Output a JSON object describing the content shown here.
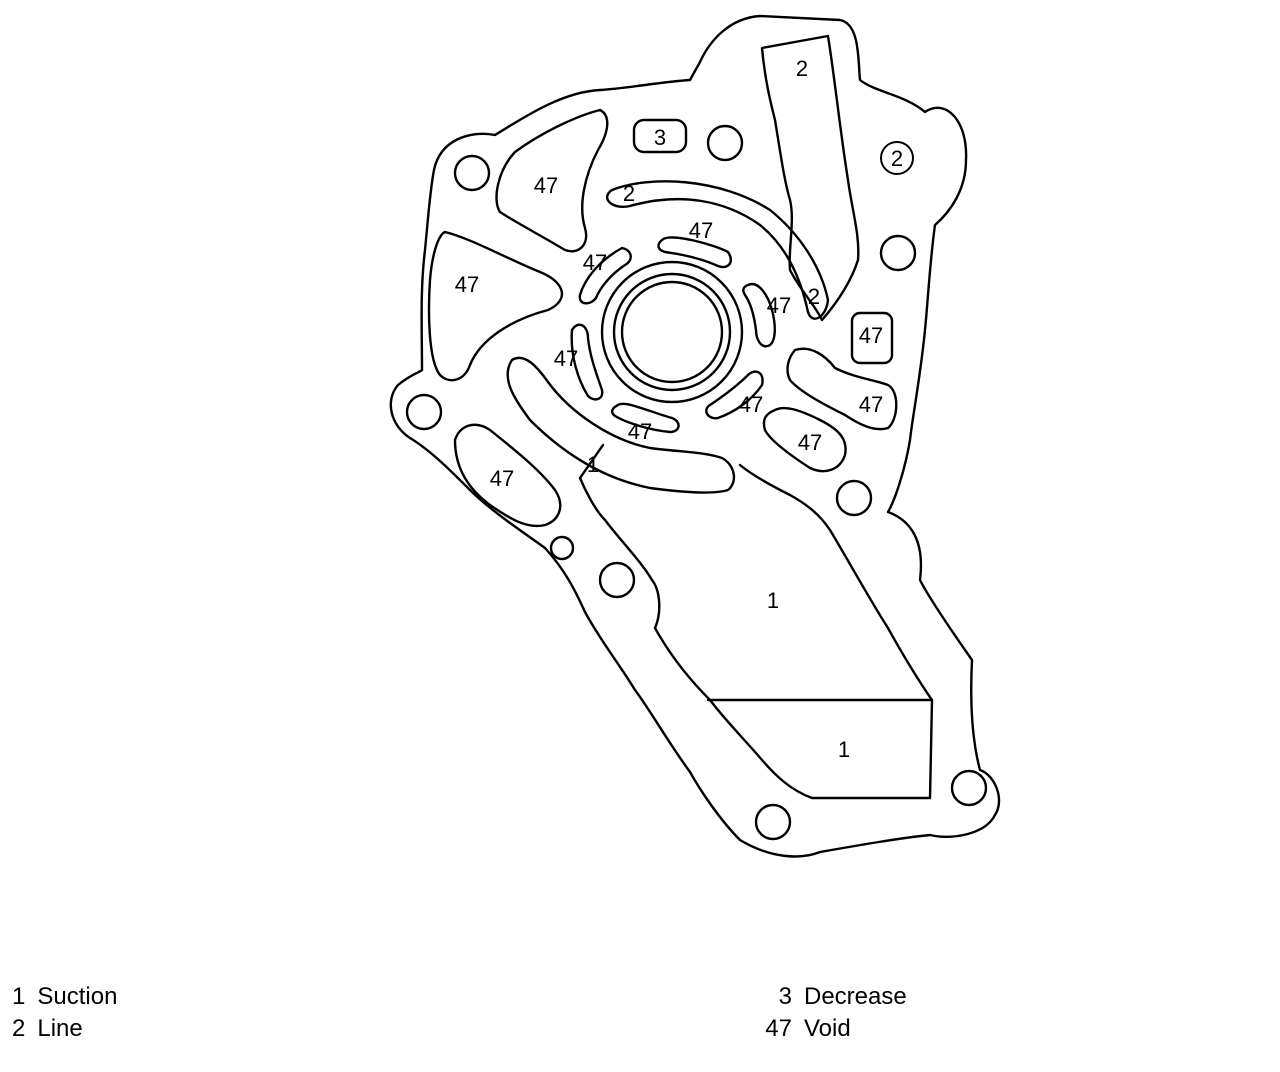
{
  "diagram": {
    "labels": {
      "upper_right_line": "2",
      "upper_decrease": "3",
      "circled_line": "2",
      "upper_left_void": "47",
      "inner_line_top": "2",
      "inner_line_right": "2",
      "inner_void_top": "47",
      "inner_void_topleft": "47",
      "left_void": "47",
      "inner_void_right": "47",
      "right_box_void": "47",
      "inner_void_left": "47",
      "right_void_lower": "47",
      "inner_void_lowright": "47",
      "inner_void_bottom": "47",
      "right_void_bottom": "47",
      "suction_inner": "1",
      "lower_left_void": "47",
      "suction_main": "1",
      "suction_lower": "1"
    }
  },
  "legend": [
    {
      "num": "1",
      "label": "Suction"
    },
    {
      "num": "2",
      "label": "Line"
    },
    {
      "num": "3",
      "label": "Decrease"
    },
    {
      "num": "47",
      "label": "Void"
    }
  ]
}
